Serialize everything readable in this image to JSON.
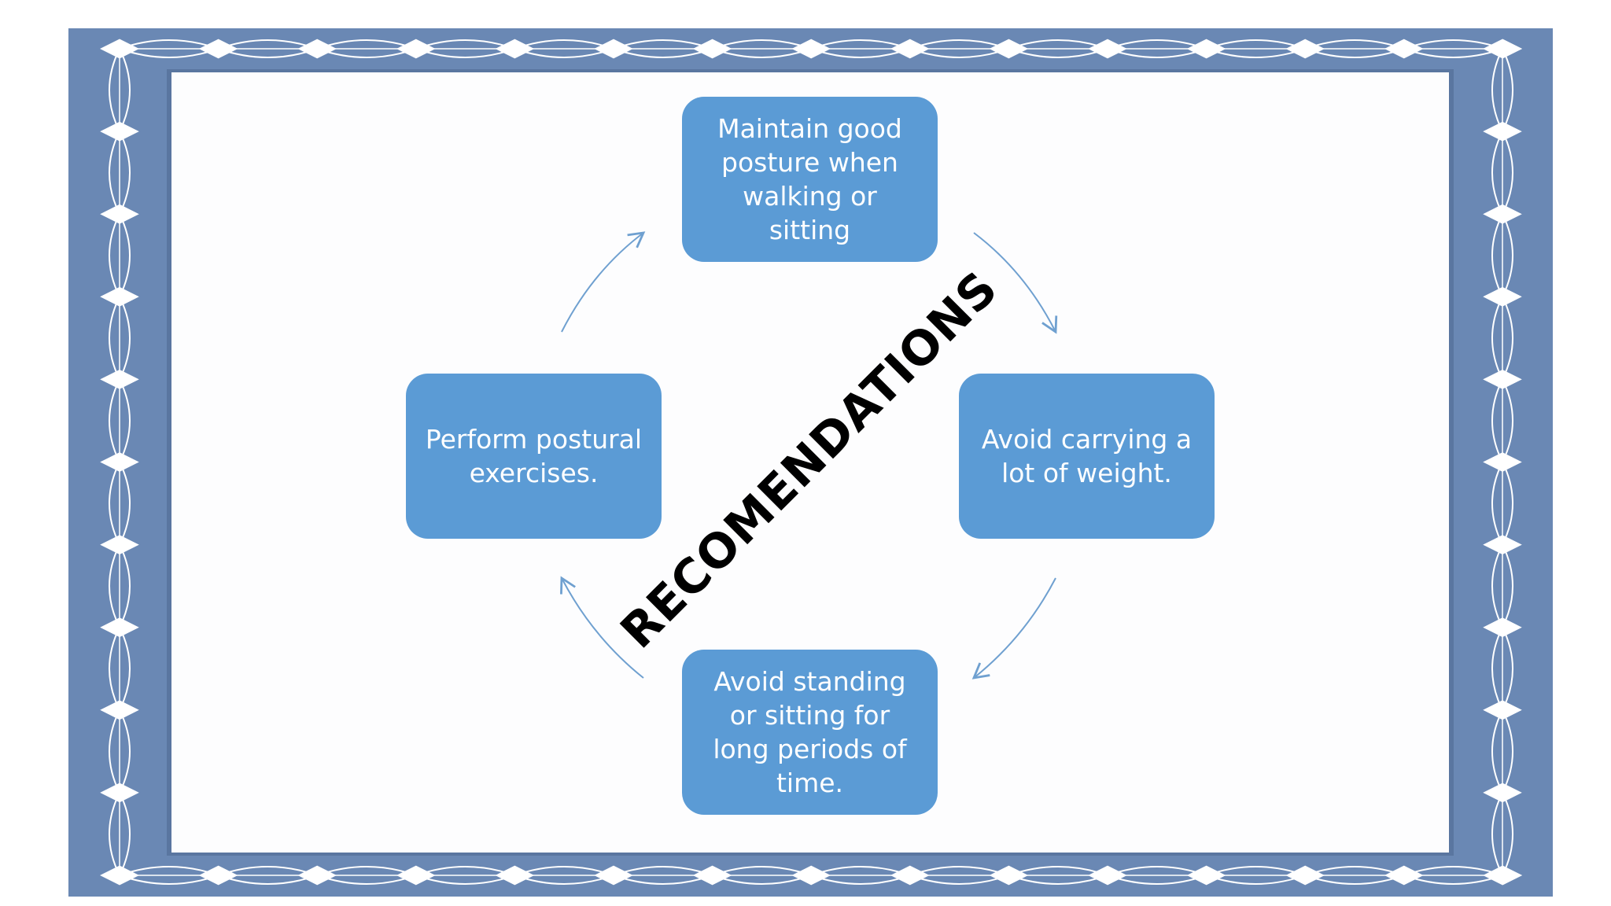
{
  "center_title": "RECOMENDATIONS",
  "boxes": {
    "top": "Maintain good posture when walking or sitting",
    "right": "Avoid carrying a lot of weight.",
    "bottom": "Avoid standing or sitting for long periods of time.",
    "left": "Perform postural exercises."
  },
  "colors": {
    "box_fill": "#5b9bd5",
    "box_text": "#ffffff",
    "frame": "#6a88b4",
    "arrow": "#6fa0d0",
    "title": "#000000"
  },
  "icons": {
    "frame_pattern": "ornamental-chain-diamond-border",
    "cycle_arrows": "curved-arrow"
  }
}
